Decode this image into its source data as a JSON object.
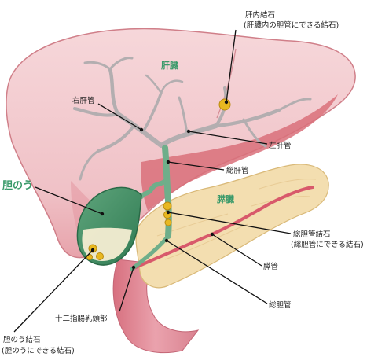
{
  "labels": {
    "intrahepatic_stone": "肝内結石",
    "intrahepatic_stone_note": "(肝臓内の胆管にできる結石)",
    "liver": "肝臓",
    "right_hepatic_duct": "右肝管",
    "left_hepatic_duct": "左肝管",
    "common_hepatic_duct": "総肝管",
    "gallbladder": "胆のう",
    "pancreas": "膵臓",
    "common_bile_duct_stone": "総胆管結石",
    "common_bile_duct_stone_note": "(総胆管にできる結石)",
    "pancreatic_duct": "膵管",
    "common_bile_duct": "総胆管",
    "duodenal_papilla": "十二指腸乳頭部",
    "gallbladder_stone": "胆のう結石",
    "gallbladder_stone_note": "(胆のうにできる結石)"
  },
  "colors": {
    "liver_fill": "#f2c9cd",
    "liver_shadow": "#d9707a",
    "duct_gray": "#b5b0b2",
    "bile_green": "#6fae8a",
    "gallbladder_dark": "#2f7a52",
    "stone_yellow": "#e8b820",
    "pancreas": "#f3deb0",
    "duodenum": "#e79aa6",
    "label_green": "#3a9a6a"
  }
}
